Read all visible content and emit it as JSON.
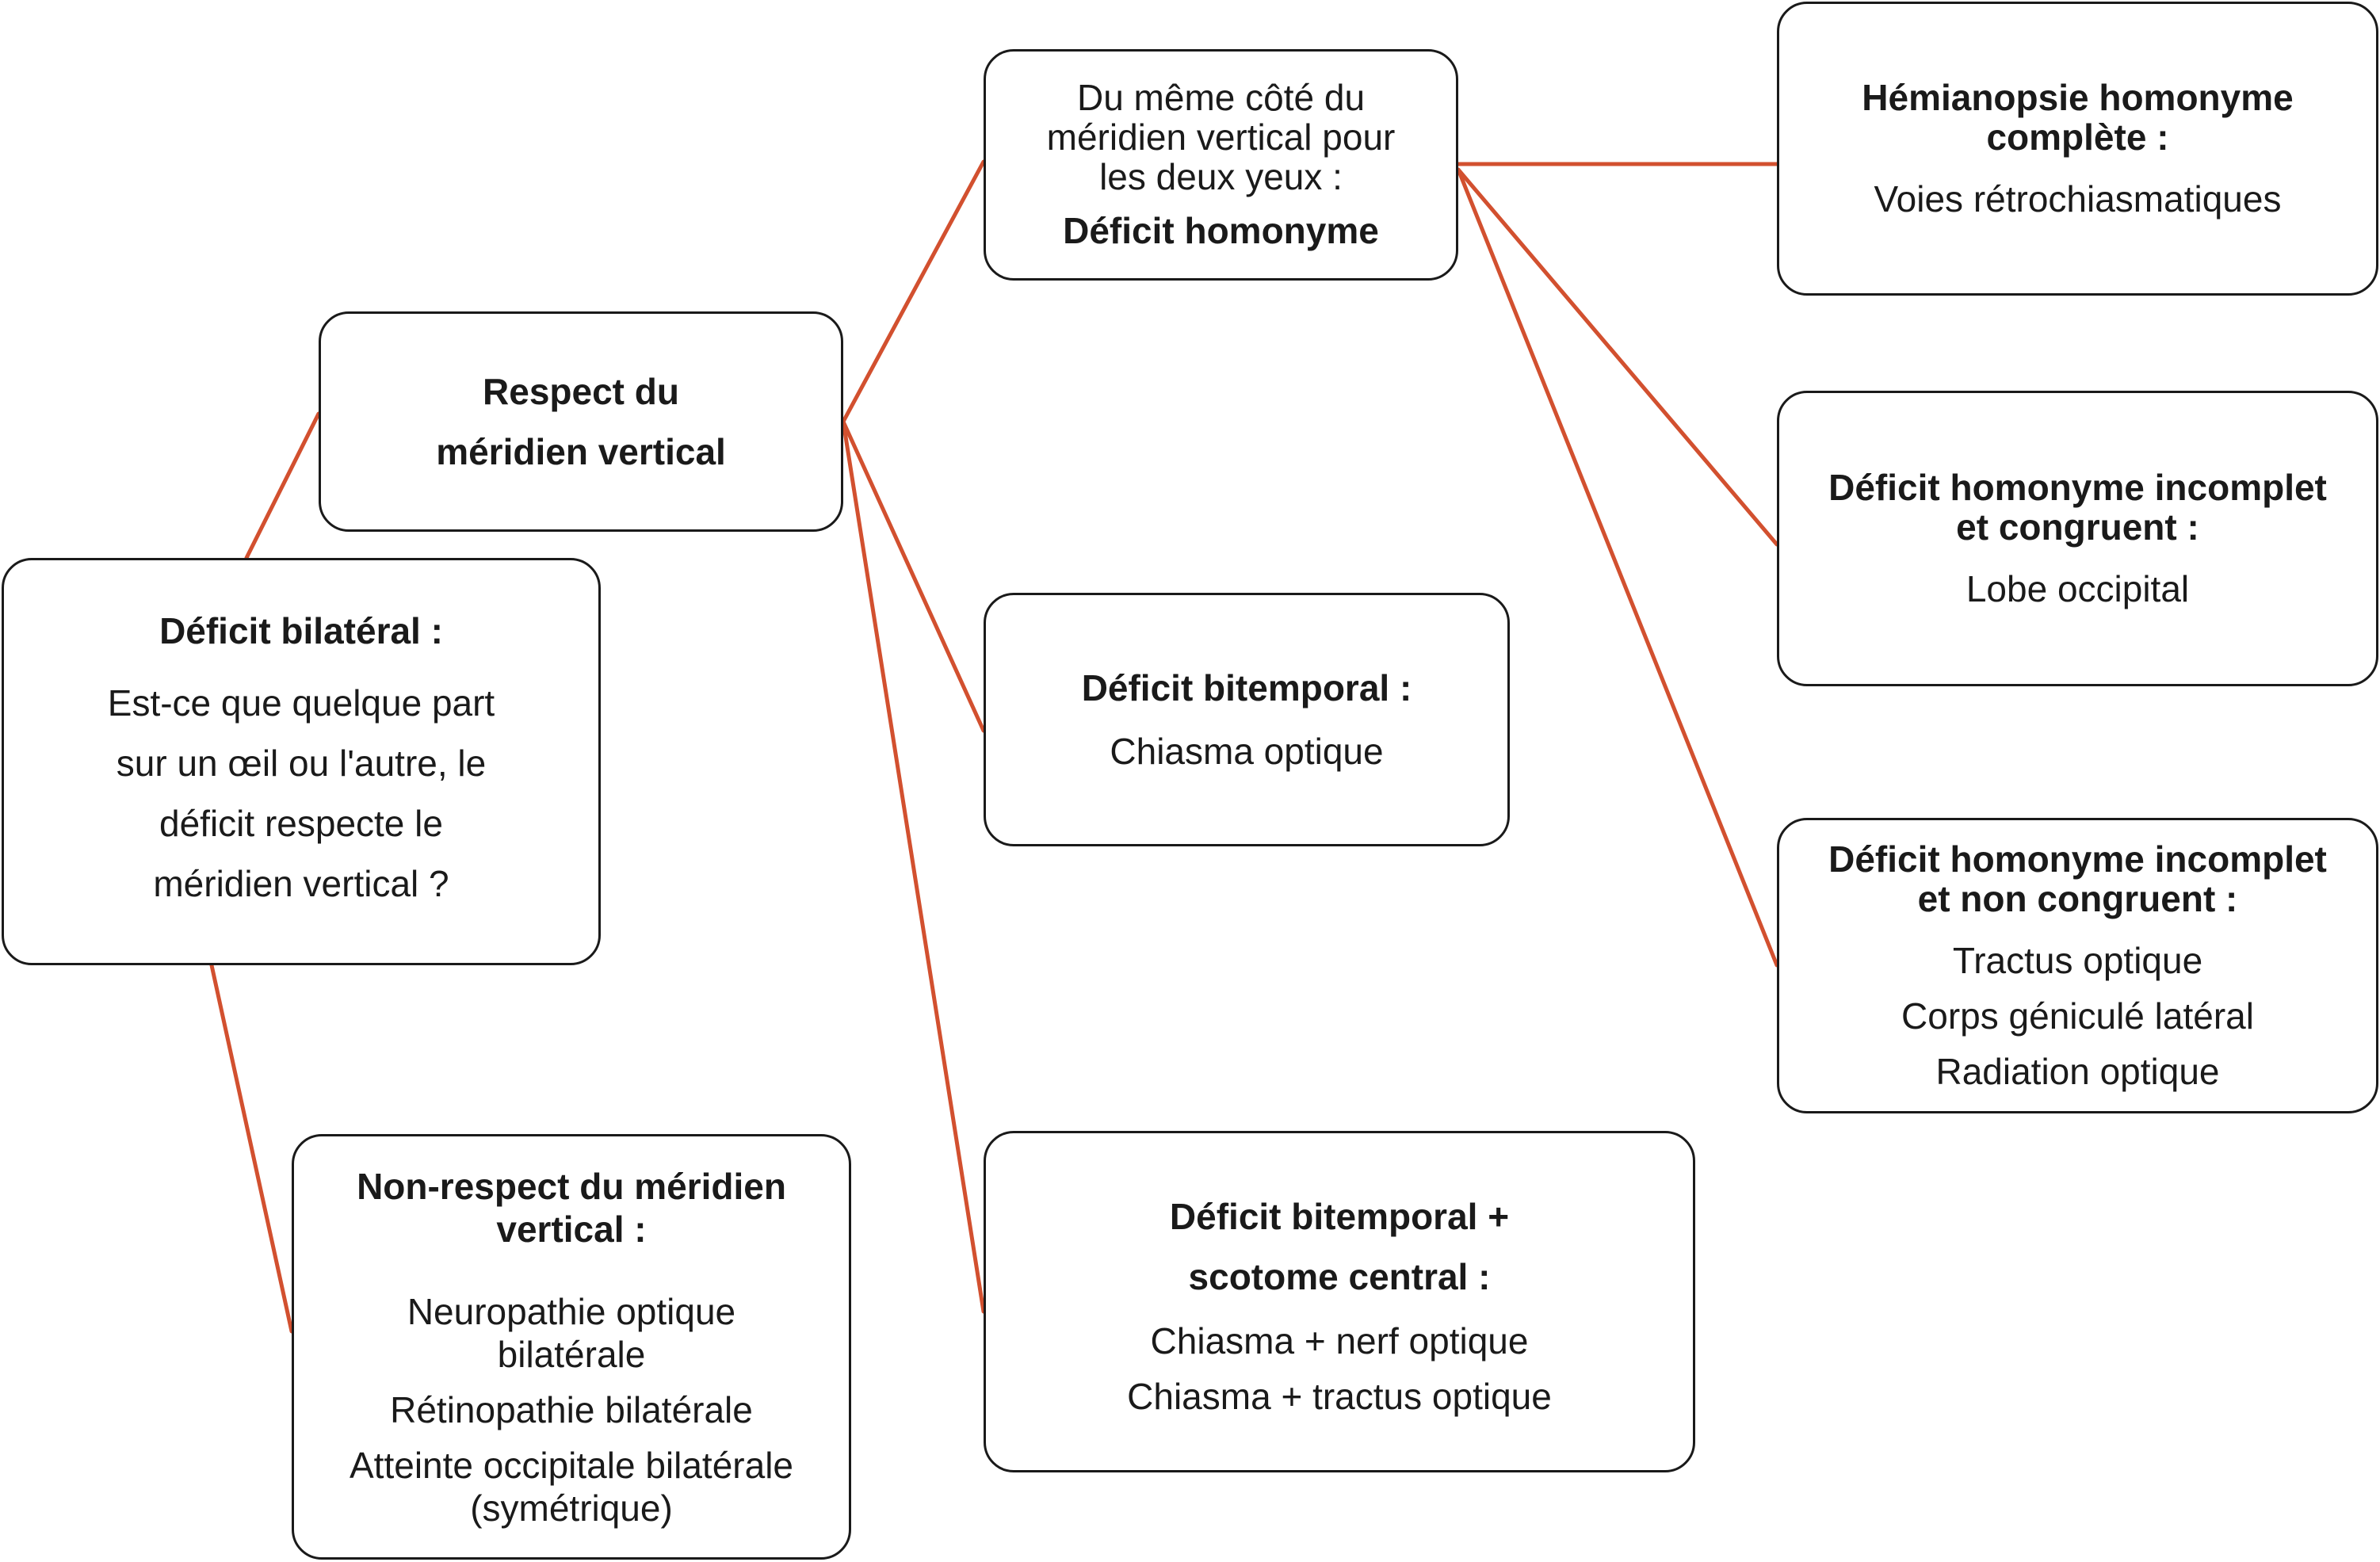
{
  "nodes": {
    "bilateral": {
      "title": "Déficit bilatéral :",
      "question": [
        "Est-ce que quelque part",
        "sur un œil ou l'autre, le",
        "déficit respecte le",
        "méridien vertical ?"
      ]
    },
    "respect": {
      "title": [
        "Respect du",
        "méridien vertical"
      ]
    },
    "non_respect": {
      "title": [
        "Non-respect du méridien",
        "vertical :"
      ],
      "items": [
        "Neuropathie optique",
        "bilatérale",
        "Rétinopathie bilatérale",
        "Atteinte occipitale bilatérale",
        "(symétrique)"
      ]
    },
    "homonyme": {
      "text": [
        "Du même côté du",
        "méridien vertical pour",
        "les deux yeux :"
      ],
      "title": "Déficit homonyme"
    },
    "bitemporal": {
      "title": "Déficit bitemporal :",
      "items": [
        "Chiasma optique"
      ]
    },
    "scotome": {
      "title": [
        "Déficit bitemporal +",
        "scotome central :"
      ],
      "items": [
        "Chiasma + nerf optique",
        "Chiasma + tractus optique"
      ]
    },
    "hemianopsie": {
      "title": [
        "Hémianopsie homonyme",
        "complète :"
      ],
      "items": [
        "Voies rétrochiasmatiques"
      ]
    },
    "congruent": {
      "title": [
        "Déficit homonyme incomplet",
        "et congruent :"
      ],
      "items": [
        "Lobe occipital"
      ]
    },
    "non_congruent": {
      "title": [
        "Déficit homonyme incomplet",
        "et  non congruent :"
      ],
      "items": [
        "Tractus optique",
        "Corps géniculé latéral",
        "Radiation optique"
      ]
    }
  },
  "colors": {
    "connector": "#d2502f",
    "border": "#1a1a1a",
    "background": "#ffffff"
  }
}
